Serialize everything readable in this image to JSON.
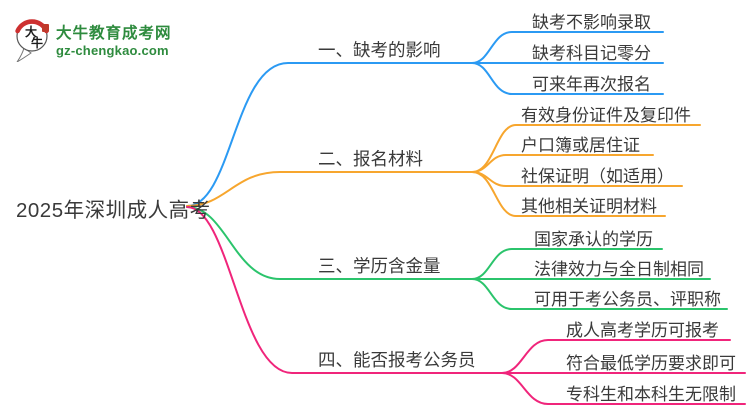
{
  "logo": {
    "badge_text": "大牛",
    "brand": "大牛教育成考网",
    "domain": "gz-chengkao.com",
    "brand_color": "#2e8b3e",
    "seal_color": "#c0392b",
    "arc_color": "#cd3030"
  },
  "root": {
    "label": "2025年深圳成人高考"
  },
  "branches": [
    {
      "label": "一、缺考的影响",
      "color": "#2b9af3",
      "children": [
        "缺考不影响录取",
        "缺考科目记零分",
        "可来年再次报名"
      ]
    },
    {
      "label": "二、报名材料",
      "color": "#f7a62e",
      "children": [
        "有效身份证件及复印件",
        "户口簿或居住证",
        "社保证明（如适用）",
        "其他相关证明材料"
      ]
    },
    {
      "label": "三、学历含金量",
      "color": "#2bc46c",
      "children": [
        "国家承认的学历",
        "法律效力与全日制相同",
        "可用于考公务员、评职称"
      ]
    },
    {
      "label": "四、能否报考公务员",
      "color": "#f0257b",
      "children": [
        "成人高考学历可报考",
        "符合最低学历要求即可",
        "专科生和本科生无限制"
      ]
    }
  ]
}
